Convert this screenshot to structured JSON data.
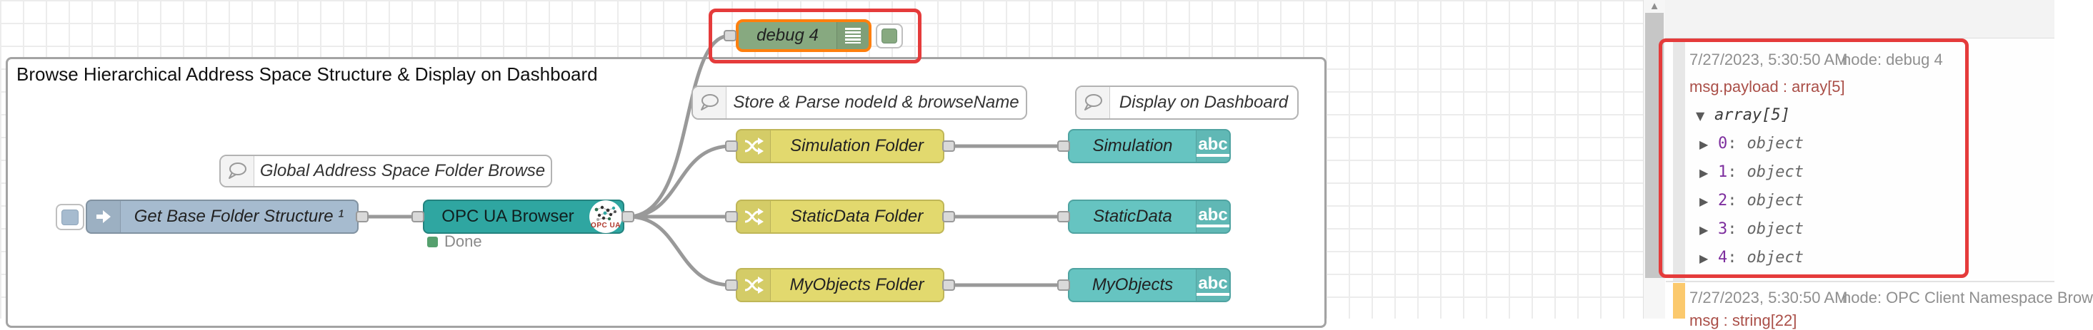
{
  "colors": {
    "annotation_red": "#e53b3b",
    "selection_orange": "#ff7f0e",
    "inject_blue": "#a6bbcf",
    "debug_green": "#87a980",
    "switch_yellow": "#e2d96e",
    "opcua_teal": "#2fa6a1",
    "uitext_teal": "#66c4c1",
    "status_green": "#55a06e",
    "wire_gray": "#999999",
    "msg_gutter_orange": "#fbc96d",
    "debug_path_red": "#aa4f48",
    "tree_key_purple": "#7d2e9e"
  },
  "icons": {
    "caret_down": "▼",
    "caret_right": "▶",
    "scroll_up": "▲",
    "abc_label": "abc",
    "opcua_badge_label": "OPC UA"
  },
  "canvas": {
    "group_label": "Browse Hierarchical Address Space Structure & Display on Dashboard",
    "comments": {
      "global": "Global Address Space Folder Browse",
      "store_parse": "Store & Parse nodeId & browseName",
      "display_dashboard": "Display on Dashboard"
    },
    "nodes": {
      "inject_label": "Get Base Folder Structure ¹",
      "browser_label": "OPC UA Browser",
      "browser_status": "Done",
      "debug_label": "debug 4",
      "switch1_label": "Simulation Folder",
      "switch2_label": "StaticData Folder",
      "switch3_label": "MyObjects Folder",
      "text1_label": "Simulation",
      "text2_label": "StaticData",
      "text3_label": "MyObjects"
    }
  },
  "sidebar": {
    "kv_separator": ":",
    "messages": [
      {
        "timestamp": "7/27/2023, 5:30:50 AM",
        "node": "node: debug 4",
        "path": "msg.payload : array[5]",
        "tree_root": "array[5]",
        "items": [
          {
            "key": "0",
            "value": "object"
          },
          {
            "key": "1",
            "value": "object"
          },
          {
            "key": "2",
            "value": "object"
          },
          {
            "key": "3",
            "value": "object"
          },
          {
            "key": "4",
            "value": "object"
          }
        ]
      },
      {
        "timestamp": "7/27/2023, 5:30:50 AM",
        "node": "node: OPC Client Namespace Brow",
        "path": "msg : string[22]"
      }
    ]
  }
}
